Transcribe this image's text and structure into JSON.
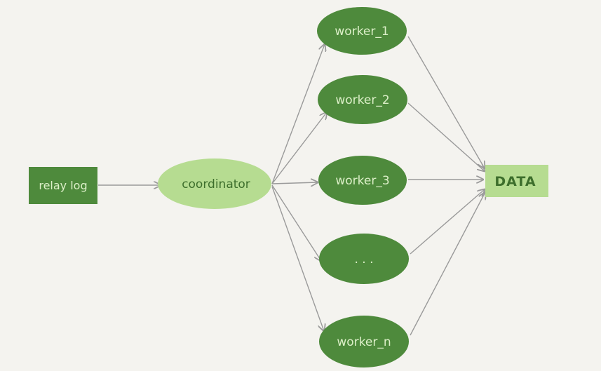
{
  "nodes": {
    "relay_log": {
      "label": "relay log"
    },
    "coordinator": {
      "label": "coordinator"
    },
    "worker_1": {
      "label": "worker_1"
    },
    "worker_2": {
      "label": "worker_2"
    },
    "worker_3": {
      "label": "worker_3"
    },
    "worker_dots": {
      "label": ". . ."
    },
    "worker_n": {
      "label": "worker_n"
    },
    "data": {
      "label": "DATA"
    }
  },
  "colors": {
    "background": "#f4f3ef",
    "dark_green": "#4e8a3c",
    "light_green": "#b6dc91",
    "edge": "#9a9a9a"
  }
}
